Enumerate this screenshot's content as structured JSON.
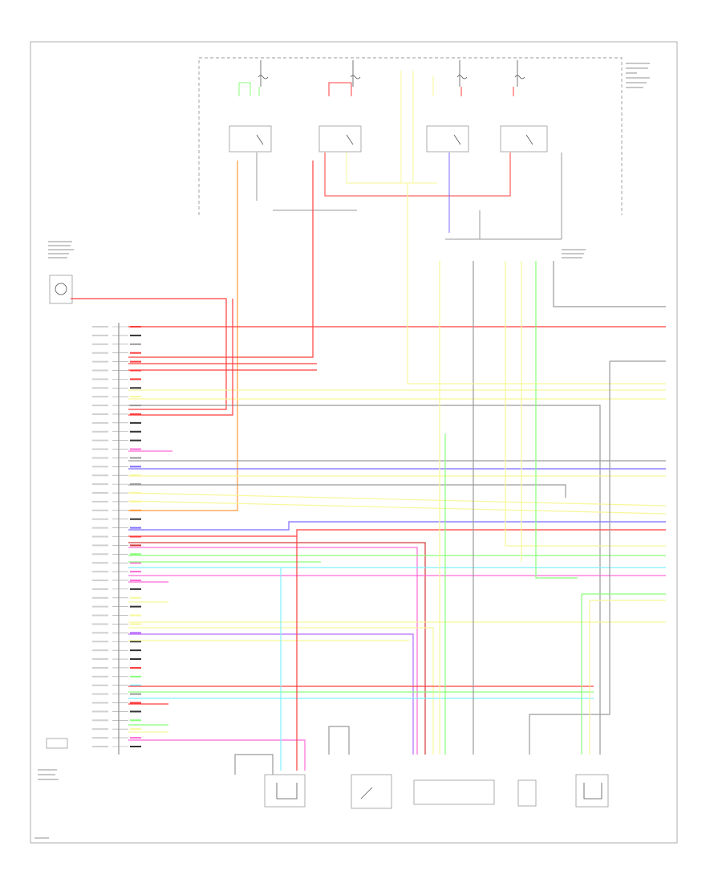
{
  "diagram": {
    "colors": {
      "red": "#ff3d3d",
      "yellow": "#f7f79a",
      "green": "#8aff7a",
      "blue": "#7b6bff",
      "orange": "#ff9a3a",
      "pink": "#ff6bd8",
      "cyan": "#7ef0ff",
      "violet": "#b86bff",
      "gray": "#9a9a9a",
      "light_yellow": "#fbfbb8",
      "dark_red": "#d43a3a",
      "black": "#333333"
    },
    "left_pins": [
      {
        "color": "red"
      },
      {
        "color": "black"
      },
      {
        "color": "gray"
      },
      {
        "color": "red"
      },
      {
        "color": "red"
      },
      {
        "color": "red"
      },
      {
        "color": "red"
      },
      {
        "color": "black"
      },
      {
        "color": "yellow"
      },
      {
        "color": "gray"
      },
      {
        "color": "red"
      },
      {
        "color": "black"
      },
      {
        "color": "black"
      },
      {
        "color": "black"
      },
      {
        "color": "pink"
      },
      {
        "color": "gray"
      },
      {
        "color": "blue"
      },
      {
        "color": "yellow"
      },
      {
        "color": "gray"
      },
      {
        "color": "yellow"
      },
      {
        "color": "yellow"
      },
      {
        "color": "orange"
      },
      {
        "color": "black"
      },
      {
        "color": "blue"
      },
      {
        "color": "red"
      },
      {
        "color": "dark_red"
      },
      {
        "color": "green"
      },
      {
        "color": "pink"
      },
      {
        "color": "pink"
      },
      {
        "color": "pink"
      },
      {
        "color": "black"
      },
      {
        "color": "yellow"
      },
      {
        "color": "black"
      },
      {
        "color": "yellow"
      },
      {
        "color": "yellow"
      },
      {
        "color": "violet"
      },
      {
        "color": "black"
      },
      {
        "color": "black"
      },
      {
        "color": "black"
      },
      {
        "color": "red"
      },
      {
        "color": "green"
      },
      {
        "color": "cyan"
      },
      {
        "color": "gray"
      },
      {
        "color": "red"
      },
      {
        "color": "black"
      },
      {
        "color": "green"
      },
      {
        "color": "yellow"
      },
      {
        "color": "pink"
      },
      {
        "color": "black"
      }
    ]
  }
}
